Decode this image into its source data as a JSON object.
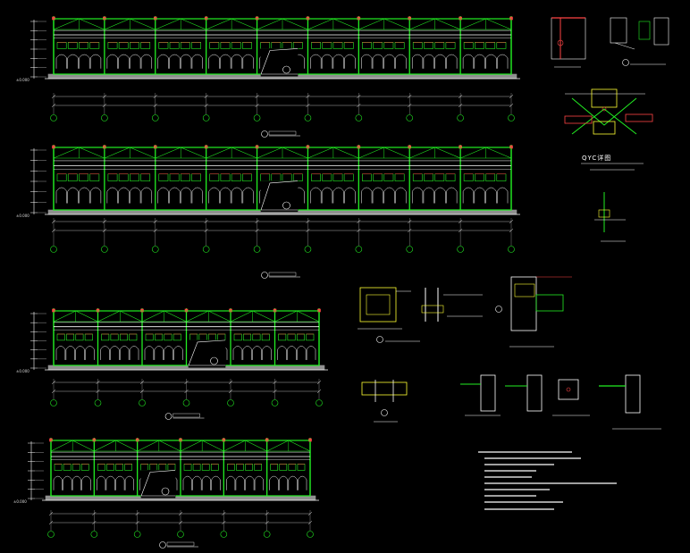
{
  "colors": {
    "background": "#000000",
    "frame": "#22ee22",
    "structure": "#ffffff",
    "dim": "#dddddd",
    "accent": "#ff4444",
    "detail": "#ffff33",
    "hatch": "#66ccff",
    "ground": "#909090"
  },
  "elevations": [
    {
      "id": "elev-1",
      "bays": 9
    },
    {
      "id": "elev-2",
      "bays": 9
    },
    {
      "id": "elev-3",
      "bays": 6
    },
    {
      "id": "elev-4",
      "bays": 6
    }
  ],
  "details": {
    "qyc_title": "QYC详图"
  }
}
